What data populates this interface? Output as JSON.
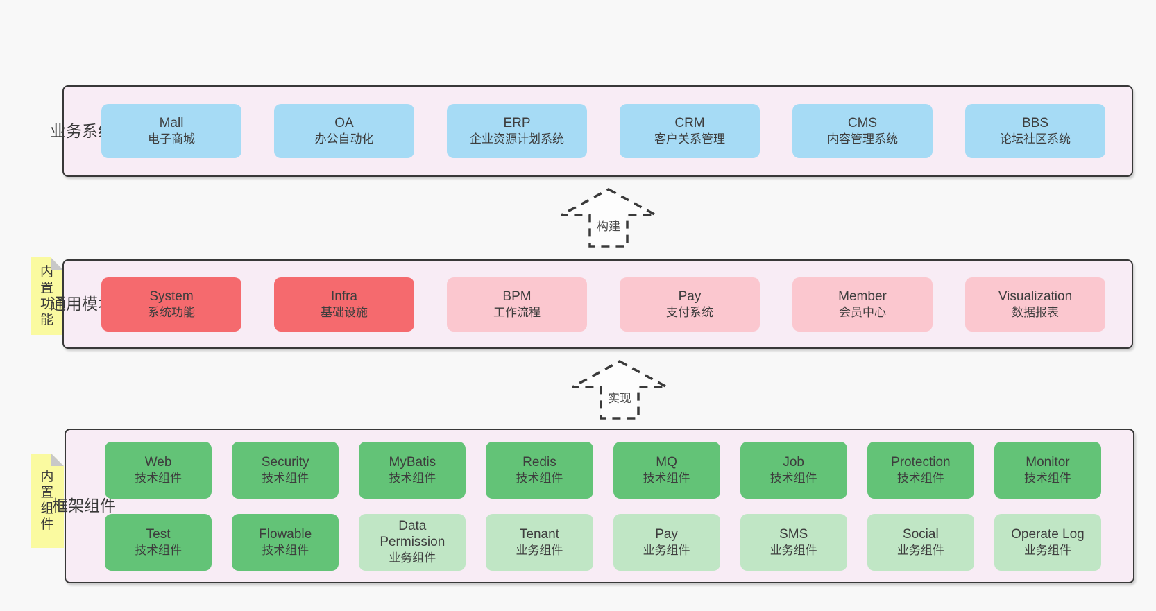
{
  "page": {
    "background": "#f8f8f8"
  },
  "colors": {
    "panel_fill": "#f8ecf5",
    "panel_border": "#383838",
    "blue": "#a6dbf5",
    "red": "#f56a6e",
    "pink": "#fbc7cf",
    "green": "#63c377",
    "green_light": "#c0e6c5",
    "note_yellow": "#fafaa0",
    "note_fold": "#c8c8c8",
    "text": "#3d3d3d"
  },
  "arrows": [
    {
      "label": "构建"
    },
    {
      "label": "实现"
    }
  ],
  "panels": [
    {
      "label": "业务系统",
      "boxes": [
        {
          "title": "Mall",
          "subtitle": "电子商城",
          "variant": "blue"
        },
        {
          "title": "OA",
          "subtitle": "办公自动化",
          "variant": "blue"
        },
        {
          "title": "ERP",
          "subtitle": "企业资源计划系统",
          "variant": "blue"
        },
        {
          "title": "CRM",
          "subtitle": "客户关系管理",
          "variant": "blue"
        },
        {
          "title": "CMS",
          "subtitle": "内容管理系统",
          "variant": "blue"
        },
        {
          "title": "BBS",
          "subtitle": "论坛社区系统",
          "variant": "blue"
        }
      ]
    },
    {
      "label": "通用模块",
      "note": "内置功能",
      "boxes": [
        {
          "title": "System",
          "subtitle": "系统功能",
          "variant": "red"
        },
        {
          "title": "Infra",
          "subtitle": "基础设施",
          "variant": "red"
        },
        {
          "title": "BPM",
          "subtitle": "工作流程",
          "variant": "pink"
        },
        {
          "title": "Pay",
          "subtitle": "支付系统",
          "variant": "pink"
        },
        {
          "title": "Member",
          "subtitle": "会员中心",
          "variant": "pink"
        },
        {
          "title": "Visualization",
          "subtitle": "数据报表",
          "variant": "pink"
        }
      ]
    },
    {
      "label": "框架组件",
      "note": "内置组件",
      "rows": [
        [
          {
            "title": "Web",
            "subtitle": "技术组件",
            "variant": "green"
          },
          {
            "title": "Security",
            "subtitle": "技术组件",
            "variant": "green"
          },
          {
            "title": "MyBatis",
            "subtitle": "技术组件",
            "variant": "green"
          },
          {
            "title": "Redis",
            "subtitle": "技术组件",
            "variant": "green"
          },
          {
            "title": "MQ",
            "subtitle": "技术组件",
            "variant": "green"
          },
          {
            "title": "Job",
            "subtitle": "技术组件",
            "variant": "green"
          },
          {
            "title": "Protection",
            "subtitle": "技术组件",
            "variant": "green"
          },
          {
            "title": "Monitor",
            "subtitle": "技术组件",
            "variant": "green"
          }
        ],
        [
          {
            "title": "Test",
            "subtitle": "技术组件",
            "variant": "green"
          },
          {
            "title": "Flowable",
            "subtitle": "技术组件",
            "variant": "green"
          },
          {
            "title": "Data Permission",
            "subtitle": "业务组件",
            "variant": "green_light"
          },
          {
            "title": "Tenant",
            "subtitle": "业务组件",
            "variant": "green_light"
          },
          {
            "title": "Pay",
            "subtitle": "业务组件",
            "variant": "green_light"
          },
          {
            "title": "SMS",
            "subtitle": "业务组件",
            "variant": "green_light"
          },
          {
            "title": "Social",
            "subtitle": "业务组件",
            "variant": "green_light"
          },
          {
            "title": "Operate Log",
            "subtitle": "业务组件",
            "variant": "green_light"
          }
        ]
      ]
    }
  ]
}
